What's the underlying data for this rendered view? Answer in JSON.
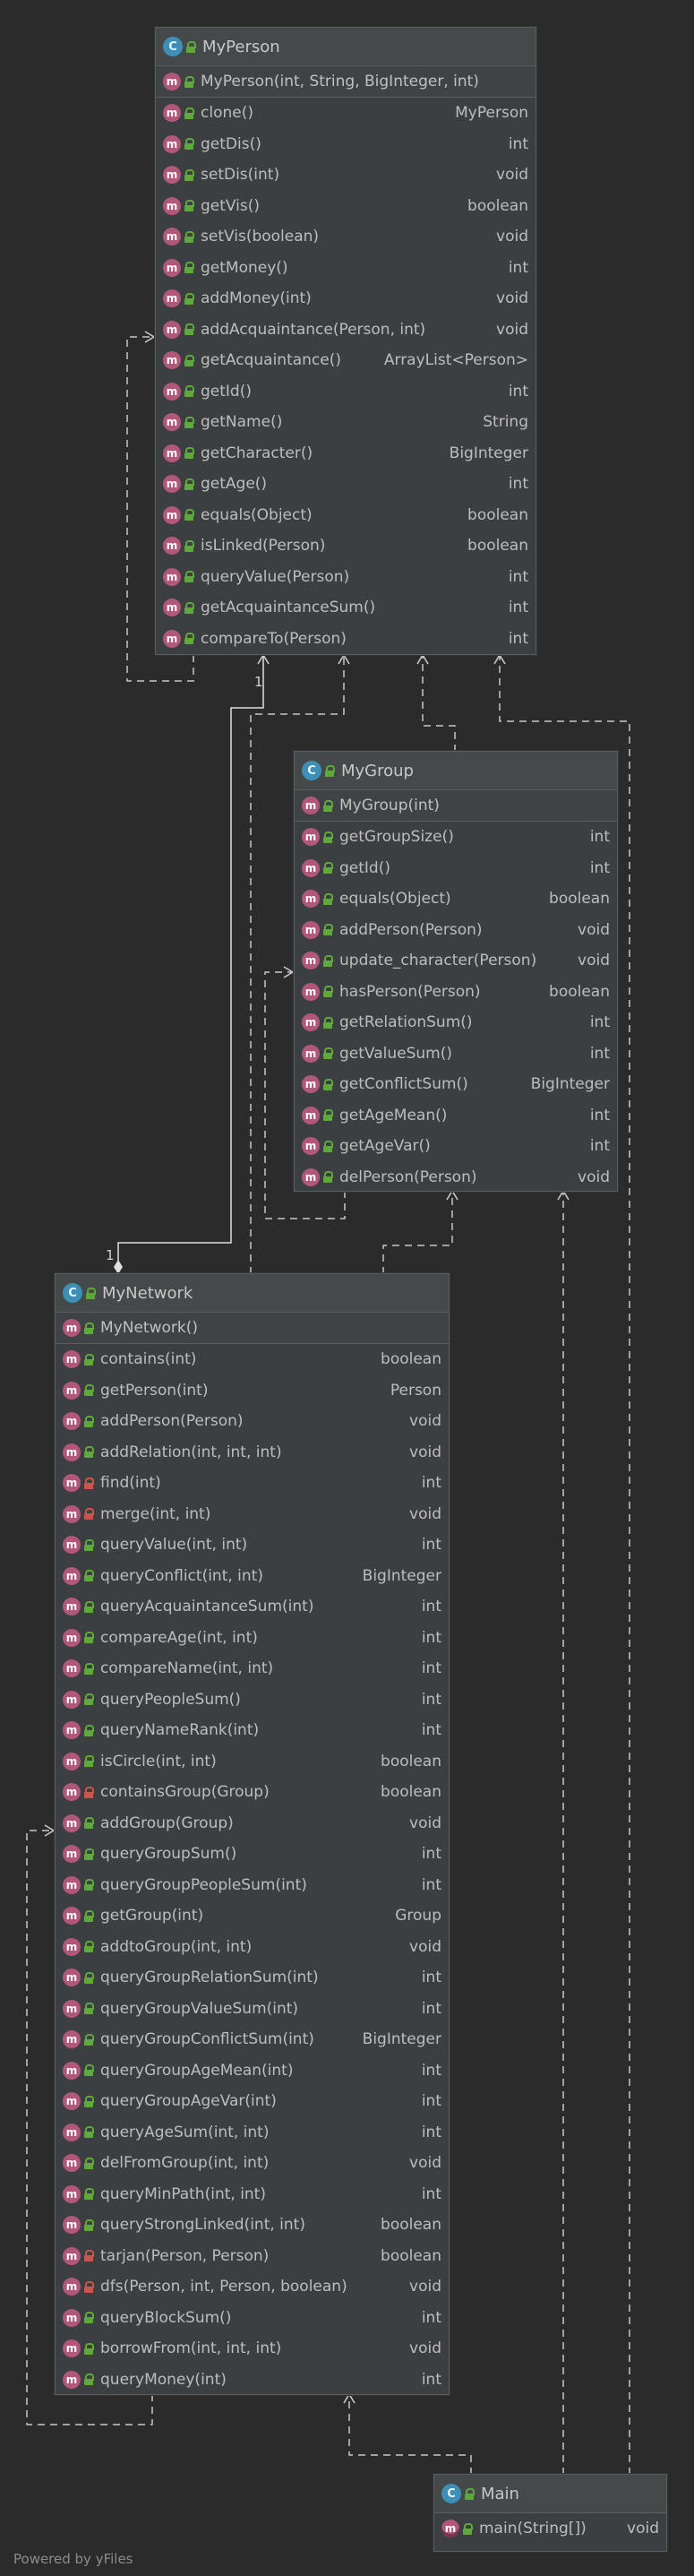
{
  "classes": {
    "person": {
      "name": "MyPerson",
      "constructor": "MyPerson(int, String, BigInteger, int)",
      "methods": [
        {
          "name": "clone()",
          "type": "MyPerson",
          "vis": "public"
        },
        {
          "name": "getDis()",
          "type": "int",
          "vis": "public"
        },
        {
          "name": "setDis(int)",
          "type": "void",
          "vis": "public"
        },
        {
          "name": "getVis()",
          "type": "boolean",
          "vis": "public"
        },
        {
          "name": "setVis(boolean)",
          "type": "void",
          "vis": "public"
        },
        {
          "name": "getMoney()",
          "type": "int",
          "vis": "public"
        },
        {
          "name": "addMoney(int)",
          "type": "void",
          "vis": "public"
        },
        {
          "name": "addAcquaintance(Person, int)",
          "type": "void",
          "vis": "public"
        },
        {
          "name": "getAcquaintance()",
          "type": "ArrayList<Person>",
          "vis": "public"
        },
        {
          "name": "getId()",
          "type": "int",
          "vis": "public"
        },
        {
          "name": "getName()",
          "type": "String",
          "vis": "public"
        },
        {
          "name": "getCharacter()",
          "type": "BigInteger",
          "vis": "public"
        },
        {
          "name": "getAge()",
          "type": "int",
          "vis": "public"
        },
        {
          "name": "equals(Object)",
          "type": "boolean",
          "vis": "public"
        },
        {
          "name": "isLinked(Person)",
          "type": "boolean",
          "vis": "public"
        },
        {
          "name": "queryValue(Person)",
          "type": "int",
          "vis": "public"
        },
        {
          "name": "getAcquaintanceSum()",
          "type": "int",
          "vis": "public"
        },
        {
          "name": "compareTo(Person)",
          "type": "int",
          "vis": "public"
        }
      ]
    },
    "group": {
      "name": "MyGroup",
      "constructor": "MyGroup(int)",
      "methods": [
        {
          "name": "getGroupSize()",
          "type": "int",
          "vis": "public"
        },
        {
          "name": "getId()",
          "type": "int",
          "vis": "public"
        },
        {
          "name": "equals(Object)",
          "type": "boolean",
          "vis": "public"
        },
        {
          "name": "addPerson(Person)",
          "type": "void",
          "vis": "public"
        },
        {
          "name": "update_character(Person)",
          "type": "void",
          "vis": "public"
        },
        {
          "name": "hasPerson(Person)",
          "type": "boolean",
          "vis": "public"
        },
        {
          "name": "getRelationSum()",
          "type": "int",
          "vis": "public"
        },
        {
          "name": "getValueSum()",
          "type": "int",
          "vis": "public"
        },
        {
          "name": "getConflictSum()",
          "type": "BigInteger",
          "vis": "public"
        },
        {
          "name": "getAgeMean()",
          "type": "int",
          "vis": "public"
        },
        {
          "name": "getAgeVar()",
          "type": "int",
          "vis": "public"
        },
        {
          "name": "delPerson(Person)",
          "type": "void",
          "vis": "public"
        }
      ]
    },
    "network": {
      "name": "MyNetwork",
      "constructor": "MyNetwork()",
      "methods": [
        {
          "name": "contains(int)",
          "type": "boolean",
          "vis": "public"
        },
        {
          "name": "getPerson(int)",
          "type": "Person",
          "vis": "public"
        },
        {
          "name": "addPerson(Person)",
          "type": "void",
          "vis": "public"
        },
        {
          "name": "addRelation(int, int, int)",
          "type": "void",
          "vis": "public"
        },
        {
          "name": "find(int)",
          "type": "int",
          "vis": "private"
        },
        {
          "name": "merge(int, int)",
          "type": "void",
          "vis": "private"
        },
        {
          "name": "queryValue(int, int)",
          "type": "int",
          "vis": "public"
        },
        {
          "name": "queryConflict(int, int)",
          "type": "BigInteger",
          "vis": "public"
        },
        {
          "name": "queryAcquaintanceSum(int)",
          "type": "int",
          "vis": "public"
        },
        {
          "name": "compareAge(int, int)",
          "type": "int",
          "vis": "public"
        },
        {
          "name": "compareName(int, int)",
          "type": "int",
          "vis": "public"
        },
        {
          "name": "queryPeopleSum()",
          "type": "int",
          "vis": "public"
        },
        {
          "name": "queryNameRank(int)",
          "type": "int",
          "vis": "public"
        },
        {
          "name": "isCircle(int, int)",
          "type": "boolean",
          "vis": "public"
        },
        {
          "name": "containsGroup(Group)",
          "type": "boolean",
          "vis": "private"
        },
        {
          "name": "addGroup(Group)",
          "type": "void",
          "vis": "public"
        },
        {
          "name": "queryGroupSum()",
          "type": "int",
          "vis": "public"
        },
        {
          "name": "queryGroupPeopleSum(int)",
          "type": "int",
          "vis": "public"
        },
        {
          "name": "getGroup(int)",
          "type": "Group",
          "vis": "public"
        },
        {
          "name": "addtoGroup(int, int)",
          "type": "void",
          "vis": "public"
        },
        {
          "name": "queryGroupRelationSum(int)",
          "type": "int",
          "vis": "public"
        },
        {
          "name": "queryGroupValueSum(int)",
          "type": "int",
          "vis": "public"
        },
        {
          "name": "queryGroupConflictSum(int)",
          "type": "BigInteger",
          "vis": "public"
        },
        {
          "name": "queryGroupAgeMean(int)",
          "type": "int",
          "vis": "public"
        },
        {
          "name": "queryGroupAgeVar(int)",
          "type": "int",
          "vis": "public"
        },
        {
          "name": "queryAgeSum(int, int)",
          "type": "int",
          "vis": "public"
        },
        {
          "name": "delFromGroup(int, int)",
          "type": "void",
          "vis": "public"
        },
        {
          "name": "queryMinPath(int, int)",
          "type": "int",
          "vis": "public"
        },
        {
          "name": "queryStrongLinked(int, int)",
          "type": "boolean",
          "vis": "public"
        },
        {
          "name": "tarjan(Person, Person)",
          "type": "boolean",
          "vis": "private"
        },
        {
          "name": "dfs(Person, int, Person, boolean)",
          "type": "void",
          "vis": "private"
        },
        {
          "name": "queryBlockSum()",
          "type": "int",
          "vis": "public"
        },
        {
          "name": "borrowFrom(int, int, int)",
          "type": "void",
          "vis": "public"
        },
        {
          "name": "queryMoney(int)",
          "type": "int",
          "vis": "public"
        }
      ]
    },
    "main": {
      "name": "Main",
      "methods": [
        {
          "name": "main(String[])",
          "type": "void",
          "vis": "public",
          "static": true
        }
      ]
    }
  },
  "multiplicity": {
    "network_person_near_person": "1",
    "network_person_near_network": "1"
  },
  "footer": {
    "brand": "Powered by yFiles"
  },
  "colors": {
    "background": "#2b2b2b",
    "class_icon": "#3d8fb5",
    "method_icon": "#b0577a",
    "public": "#5fa83c",
    "private": "#c9564a",
    "edge": "#c8c8c8"
  },
  "icons": {
    "class": "class-c-icon",
    "method": "method-m-icon",
    "public": "public-lock-icon",
    "private": "private-lock-icon"
  }
}
